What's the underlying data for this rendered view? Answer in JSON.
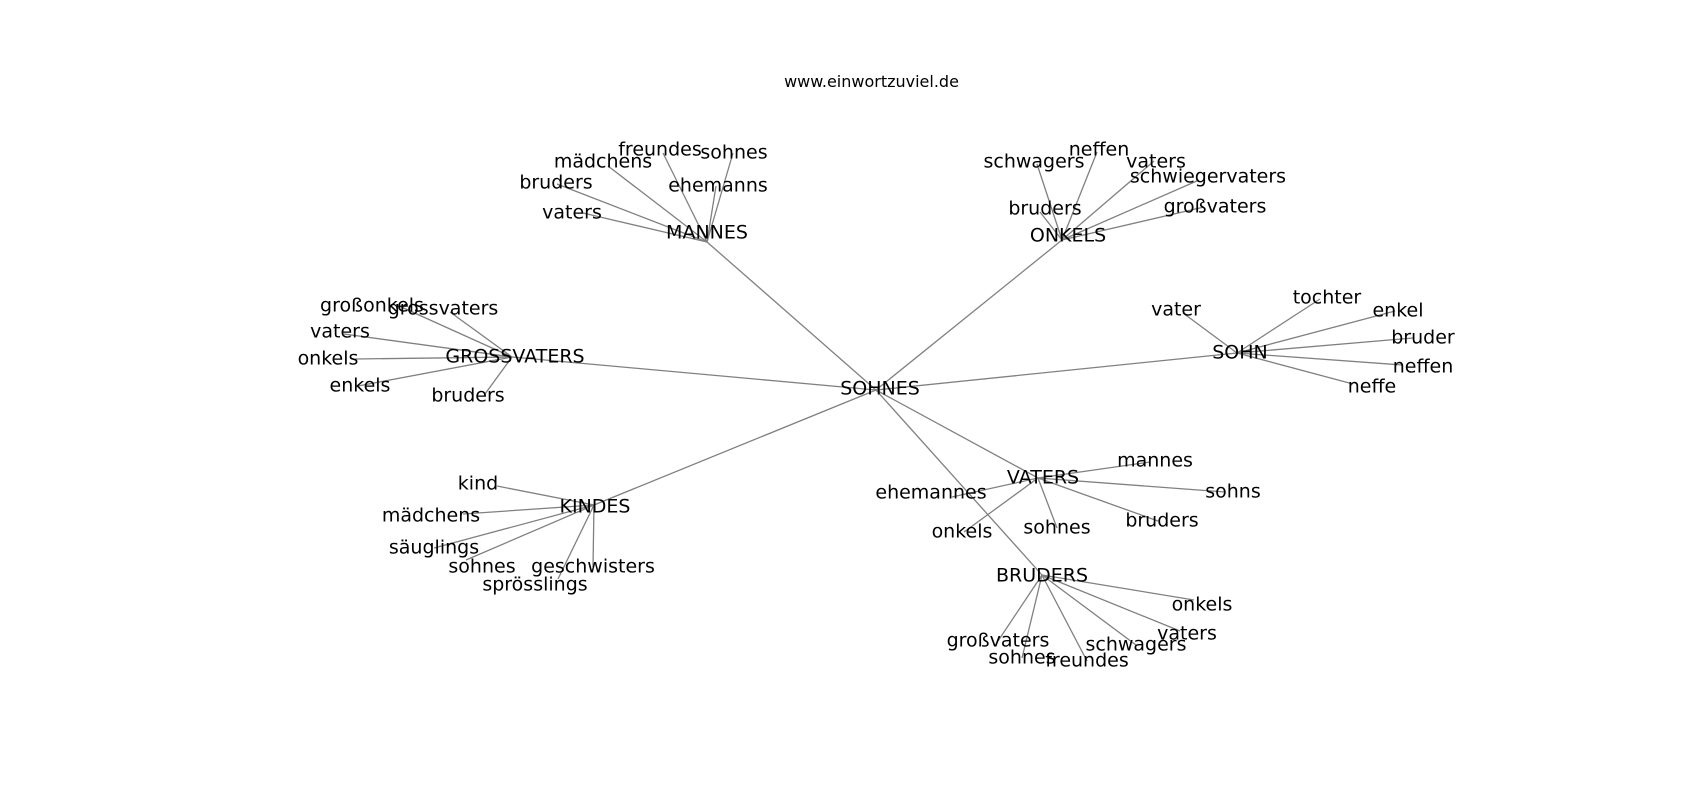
{
  "title": "www.einwortzuviel.de",
  "colors": {
    "edge": "#808080",
    "text": "#000000",
    "background": "#ffffff"
  },
  "graph": {
    "center": "SOHNES",
    "groups": [
      {
        "hub": "MANNES",
        "leaves": [
          "freundes",
          "sohnes",
          "mädchens",
          "ehemanns",
          "bruders",
          "vaters"
        ]
      },
      {
        "hub": "ONKELS",
        "leaves": [
          "schwagers",
          "neffen",
          "vaters",
          "schwiegervaters",
          "bruders",
          "großvaters"
        ]
      },
      {
        "hub": "GROSSVATERS",
        "leaves": [
          "großonkels",
          "grossvaters",
          "vaters",
          "onkels",
          "enkels",
          "bruders"
        ]
      },
      {
        "hub": "SOHN",
        "leaves": [
          "vater",
          "tochter",
          "enkel",
          "bruder",
          "neffen",
          "neffe"
        ]
      },
      {
        "hub": "KINDES",
        "leaves": [
          "kind",
          "mädchens",
          "säuglings",
          "sohnes",
          "geschwisters",
          "sprösslings"
        ]
      },
      {
        "hub": "VATERS",
        "leaves": [
          "mannes",
          "ehemannes",
          "sohns",
          "bruders",
          "onkels",
          "sohnes"
        ]
      },
      {
        "hub": "BRUDERS",
        "leaves": [
          "onkels",
          "vaters",
          "schwagers",
          "großvaters",
          "sohnes",
          "freundes"
        ]
      }
    ]
  }
}
